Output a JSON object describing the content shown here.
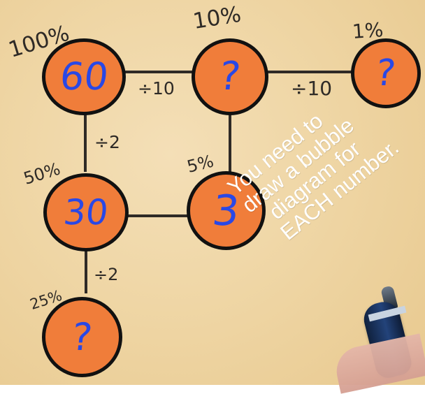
{
  "diagram": {
    "bubbles": {
      "b60": {
        "value": "60",
        "percent": "100%"
      },
      "b10": {
        "value": "?",
        "percent": "10%"
      },
      "b1": {
        "value": "?",
        "percent": "1%"
      },
      "b30": {
        "value": "30",
        "percent": "50%"
      },
      "b3": {
        "value": "3",
        "percent": "5%"
      },
      "b25": {
        "value": "?",
        "percent": "25%"
      }
    },
    "operations": {
      "op1": "÷10",
      "op2": "÷10",
      "op3": "÷2",
      "op4": "÷2"
    },
    "note_lines": [
      "You need to",
      "draw a bubble",
      "diagram for",
      "EACH number."
    ]
  }
}
